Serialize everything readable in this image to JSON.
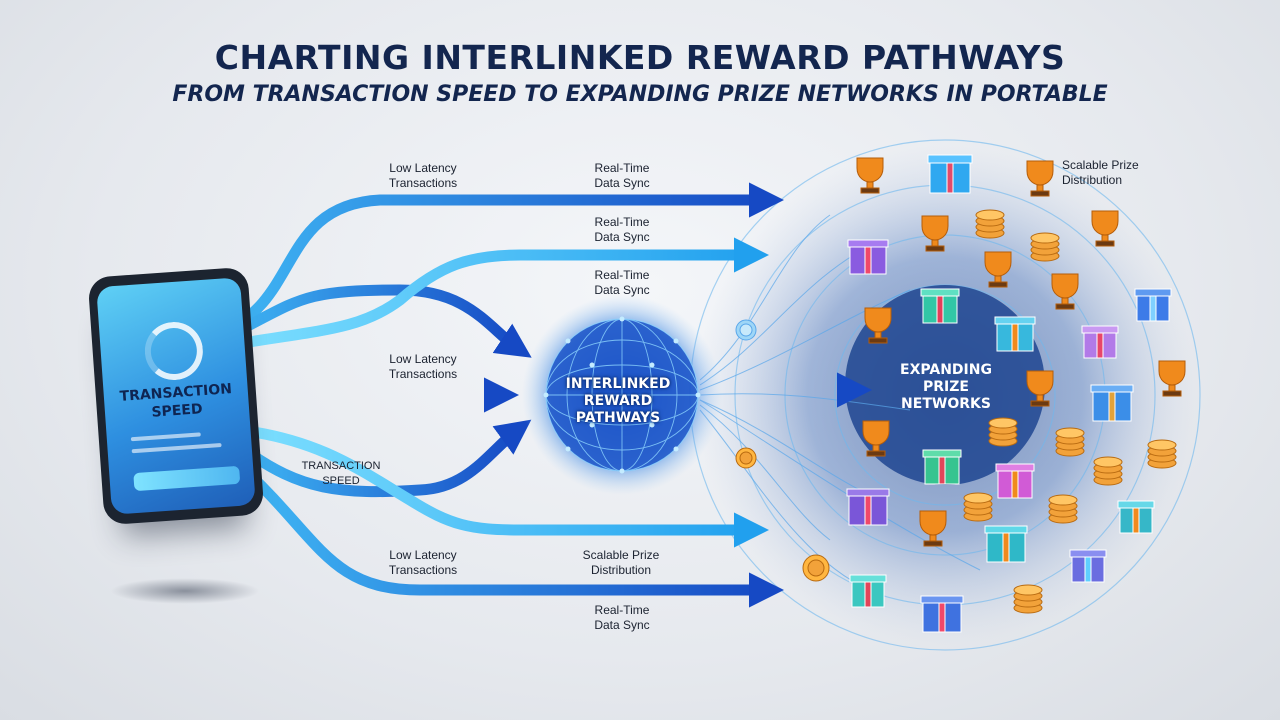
{
  "header": {
    "title": "CHARTING INTERLINKED REWARD PATHWAYS",
    "subtitle": "FROM TRANSACTION SPEED TO EXPANDING PRIZE NETWORKS IN PORTABLE"
  },
  "phone": {
    "label_line1": "TRANSACTION",
    "label_line2": "SPEED"
  },
  "hub": {
    "line1": "INTERLINKED",
    "line2": "REWARD",
    "line3": "PATHWAYS"
  },
  "network": {
    "line1": "EXPANDING",
    "line2": "PRIZE",
    "line3": "NETWORKS"
  },
  "flow_labels": [
    {
      "line1": "Low Latency",
      "line2": "Transactions"
    },
    {
      "line1": "Real-Time",
      "line2": "Data Sync"
    },
    {
      "line1": "Real-Time",
      "line2": "Data Sync"
    },
    {
      "line1": "Real-Time",
      "line2": "Data Sync"
    },
    {
      "line1": "Low Latency",
      "line2": "Transactions"
    },
    {
      "line1": "TRANSACTION",
      "line2": "SPEED"
    },
    {
      "line1": "Low Latency",
      "line2": "Transactions"
    },
    {
      "line1": "Scalable Prize",
      "line2": "Distribution"
    },
    {
      "line1": "Real-Time",
      "line2": "Data Sync"
    },
    {
      "line1": "Scalable Prize",
      "line2": "Distribution"
    }
  ],
  "icons": {
    "trophy": "trophy-icon",
    "gift": "gift-box-icon",
    "coin": "coin-stack-icon"
  },
  "colors": {
    "title": "#13264f",
    "flow_dark": "#1c5fd6",
    "flow_light": "#37c3f5",
    "hub": "#1f57c9",
    "network": "#1a3f86",
    "trophy": "#f08a1c",
    "coin": "#f2a23a"
  }
}
